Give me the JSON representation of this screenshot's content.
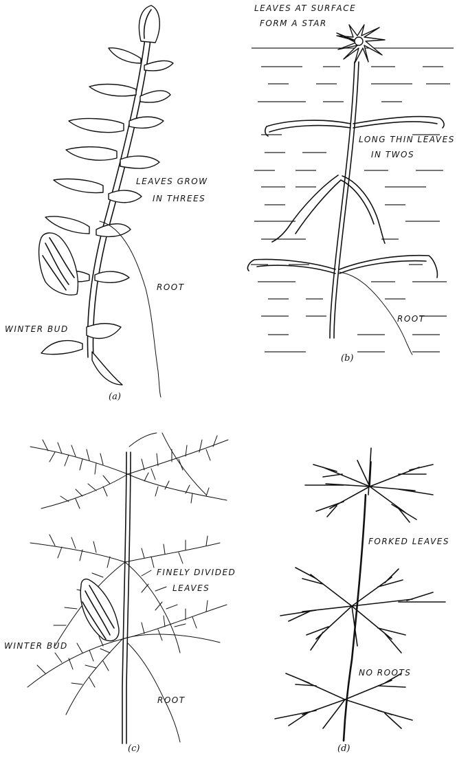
{
  "panels": {
    "a": {
      "caption": "(a)",
      "labels": {
        "leaves_1": "LEAVES GROW",
        "leaves_2": "IN THREES",
        "root": "ROOT",
        "winter_bud": "WINTER BUD"
      }
    },
    "b": {
      "caption": "(b)",
      "labels": {
        "surface_1": "LEAVES AT SURFACE",
        "surface_2": "FORM A STAR",
        "long_1": "LONG THIN LEAVES",
        "long_2": "IN TWOS",
        "root": "ROOT"
      }
    },
    "c": {
      "caption": "(c)",
      "labels": {
        "finely_1": "FINELY DIVIDED",
        "finely_2": "LEAVES",
        "winter_bud": "WINTER BUD",
        "root": "ROOT"
      }
    },
    "d": {
      "caption": "(d)",
      "labels": {
        "forked": "FORKED LEAVES",
        "no_roots": "NO ROOTS"
      }
    }
  }
}
